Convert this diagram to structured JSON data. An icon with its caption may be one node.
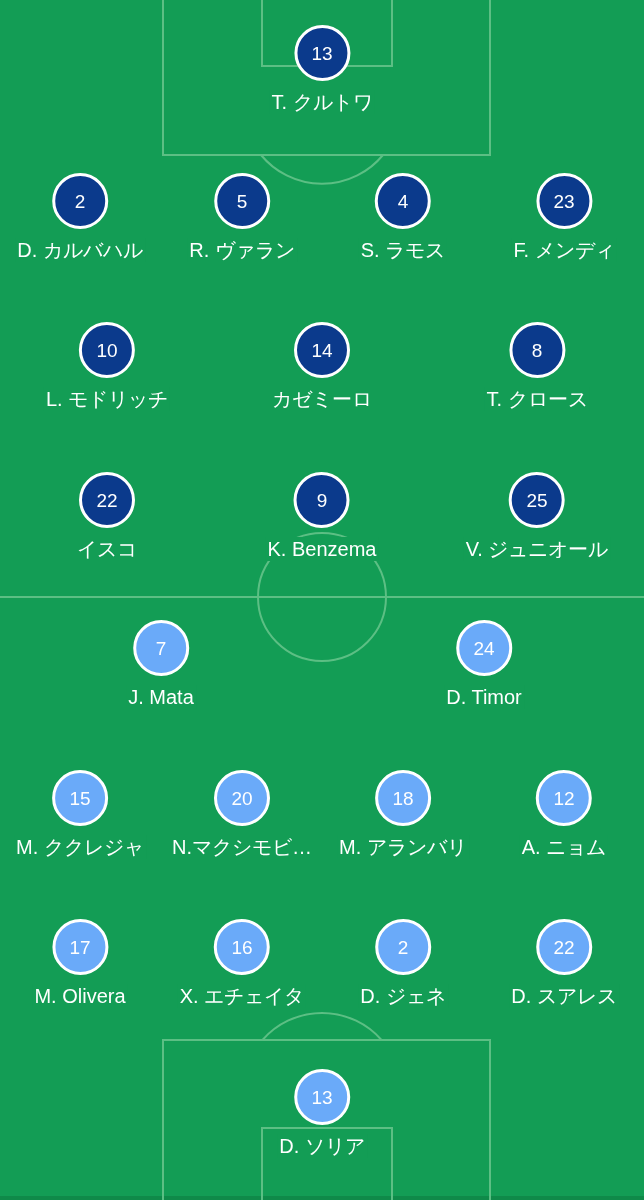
{
  "diagram": {
    "nodes": [
      {
        "text": [
          "13",
          "T. クルトワ"
        ]
      },
      {
        "text": [
          "2",
          "D. カルバハル"
        ]
      },
      {
        "text": [
          "5",
          "R. ヴァラン"
        ]
      },
      {
        "text": [
          "4",
          "S. ラモス"
        ]
      },
      {
        "text": [
          "23",
          "F. メンディ"
        ]
      },
      {
        "text": [
          "10",
          "L. モドリッチ"
        ]
      },
      {
        "text": [
          "14",
          "カゼミーロ"
        ]
      },
      {
        "text": [
          "8",
          "T. クロース"
        ]
      },
      {
        "text": [
          "22",
          "イスコ"
        ]
      },
      {
        "text": [
          "9",
          "K. Benzema"
        ]
      },
      {
        "text": [
          "25",
          "V. ジュニオール"
        ]
      },
      {
        "text": [
          "7",
          "J. Mata"
        ]
      },
      {
        "text": [
          "24",
          "D. Timor"
        ]
      },
      {
        "text": [
          "15",
          "M. ククレジャ"
        ]
      },
      {
        "text": [
          "20",
          "N.マクシモビ…"
        ]
      },
      {
        "text": [
          "18",
          "M. アランバリ"
        ]
      },
      {
        "text": [
          "12",
          "A. ニョム"
        ]
      },
      {
        "text": [
          "17",
          "M. Olivera"
        ]
      },
      {
        "text": [
          "16",
          "X. エチェイタ"
        ]
      },
      {
        "text": [
          "2",
          "D. ジェネ"
        ]
      },
      {
        "text": [
          "22",
          "D. スアレス"
        ]
      },
      {
        "text": [
          "13",
          "D. ソリア"
        ]
      }
    ]
  }
}
